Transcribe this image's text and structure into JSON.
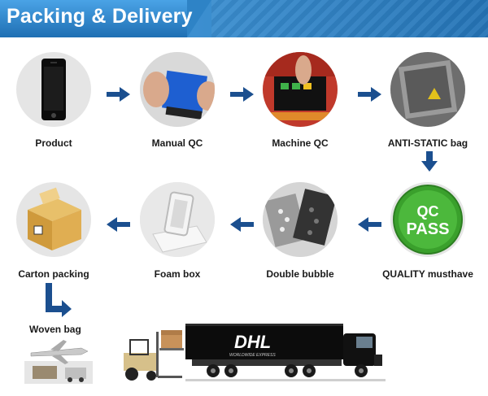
{
  "header": {
    "title": "Packing & Delivery"
  },
  "steps": {
    "product": "Product",
    "manual_qc": "Manual QC",
    "machine_qc": "Machine QC",
    "anti_static": "ANTI-STATIC bag",
    "qc_pass": "QUALITY musthave",
    "double_bubble": "Double bubble",
    "foam_box": "Foam box",
    "carton": "Carton packing",
    "woven": "Woven bag"
  },
  "badge": {
    "line1": "QC",
    "line2": "PASS"
  },
  "truck": {
    "logo": "DHL",
    "tagline": "WORLDWIDE EXPRESS"
  },
  "colors": {
    "arrow": "#1b4f8f",
    "badge_green": "#3aa02c",
    "header_blue": "#2a7fc2"
  }
}
